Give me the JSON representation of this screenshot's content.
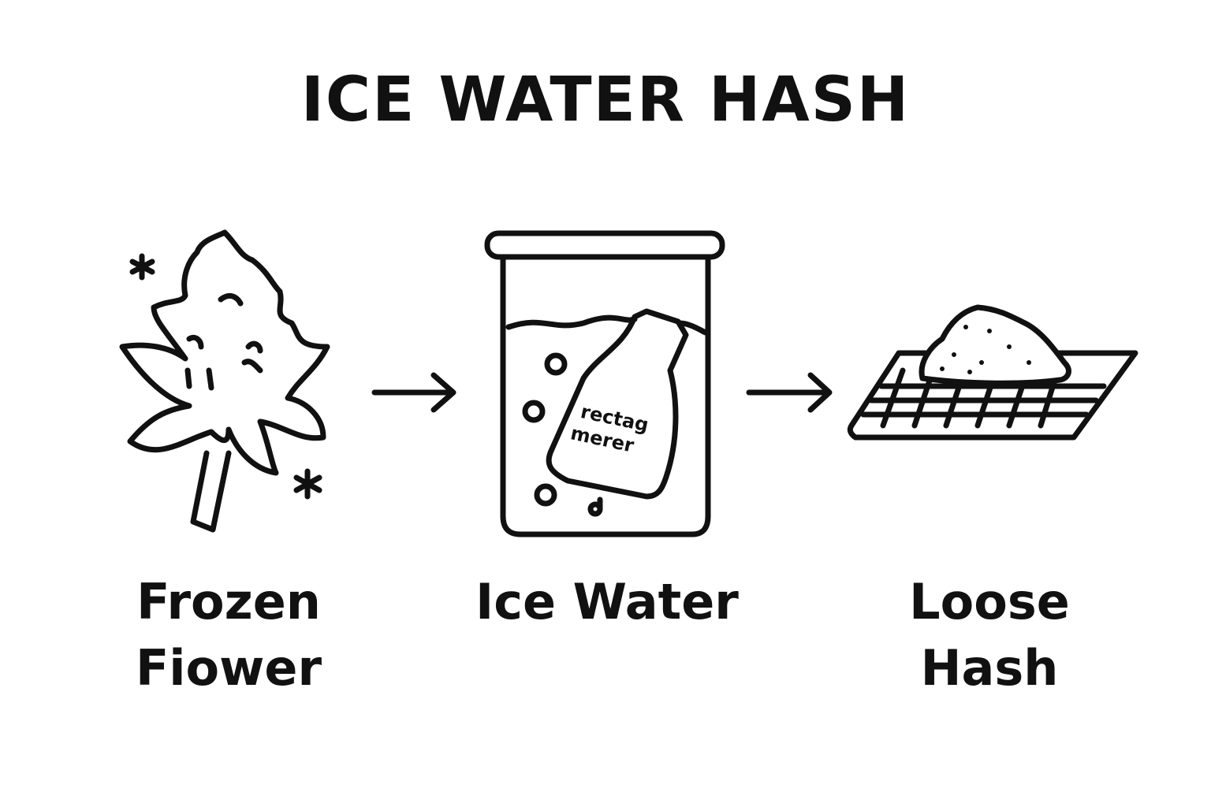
{
  "title": "ICE WATER HASH",
  "steps": [
    {
      "label_line1": "Frozen",
      "label_line2": "Fiower",
      "icon": "cannabis-leaf-icon"
    },
    {
      "label_line1": "Ice Water",
      "icon": "water-jar-icon",
      "bag_text_line1": "rectag",
      "bag_text_line2": "merer"
    },
    {
      "label_line1": "Loose",
      "label_line2": "Hash",
      "icon": "hash-on-screen-icon"
    }
  ],
  "colors": {
    "ink": "#111111",
    "background": "#ffffff"
  }
}
